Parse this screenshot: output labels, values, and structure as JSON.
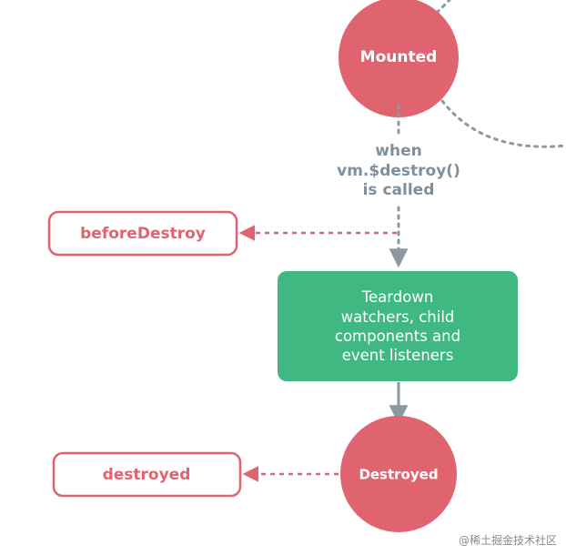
{
  "colors": {
    "lifecycle_state": "#e0646f",
    "action_box": "#3fb981",
    "flow_arrow": "#8a9aa5",
    "hook_border": "#e0646f",
    "hook_text": "#e0646f",
    "condition_text": "#7f8f9c"
  },
  "nodes": {
    "mounted": {
      "label": "Mounted"
    },
    "destroyed": {
      "label": "Destroyed"
    },
    "teardown": {
      "lines": [
        "Teardown",
        "watchers, child",
        "components and",
        "event listeners"
      ]
    }
  },
  "condition": {
    "lines": [
      "when",
      "vm.$destroy()",
      "is called"
    ]
  },
  "hooks": {
    "before_destroy": {
      "label": "beforeDestroy"
    },
    "destroyed": {
      "label": "destroyed"
    }
  },
  "watermark": "@稀土掘金技术社区"
}
